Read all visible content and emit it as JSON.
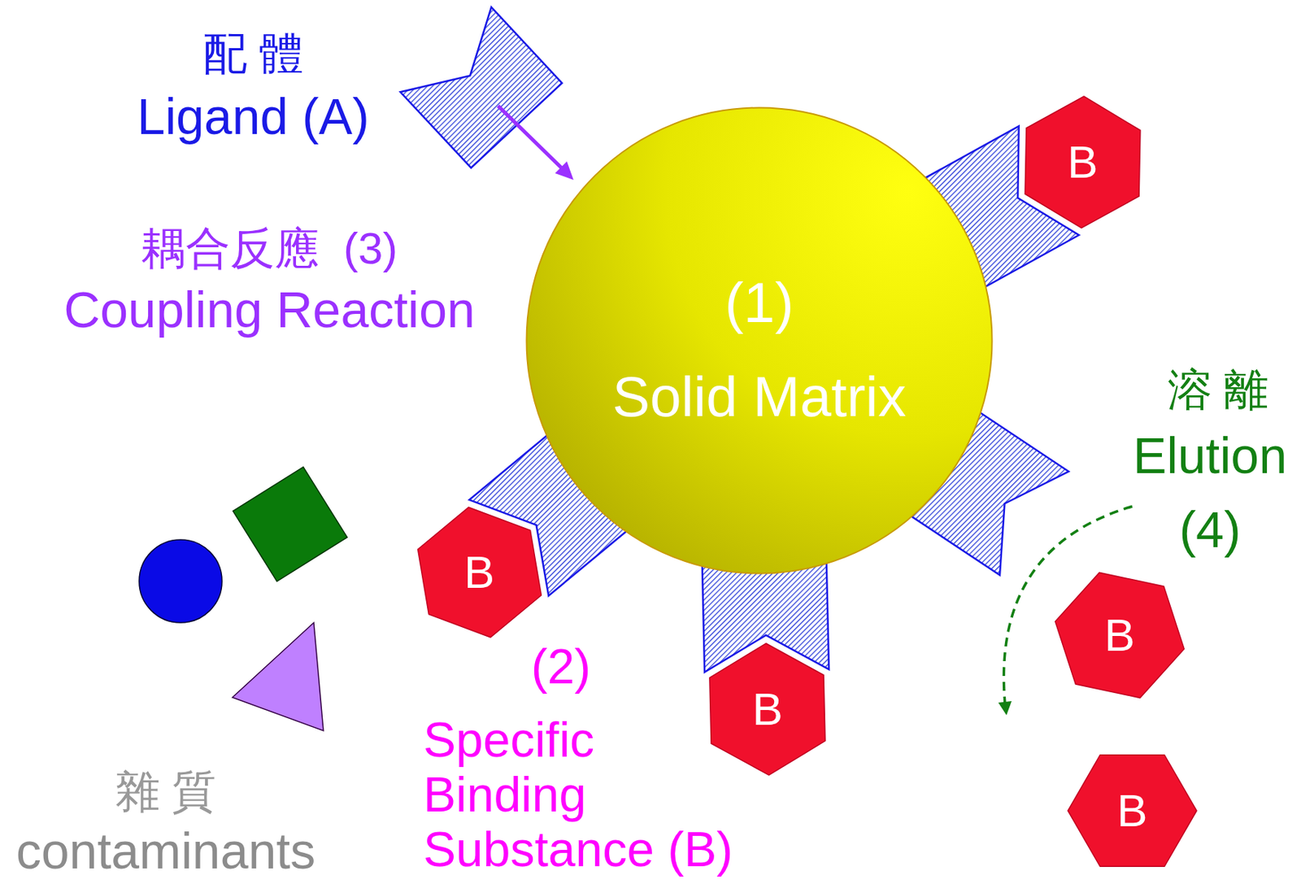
{
  "diagram": {
    "nodes": [
      {
        "text": [
          "(1)",
          "Solid Matrix"
        ]
      },
      {
        "text": [
          "B"
        ]
      },
      {
        "text": [
          "B"
        ]
      },
      {
        "text": [
          "B"
        ]
      },
      {
        "text": [
          "B"
        ]
      },
      {
        "text": [
          "B"
        ]
      }
    ],
    "labels": [
      "配 體",
      "Ligand (A)",
      "耦合反應  (3)",
      "Coupling Reaction",
      "溶 離",
      "Elution",
      "(4)",
      "(2)",
      "Specific Binding Substance (B)",
      "雜 質",
      "contaminants"
    ]
  }
}
